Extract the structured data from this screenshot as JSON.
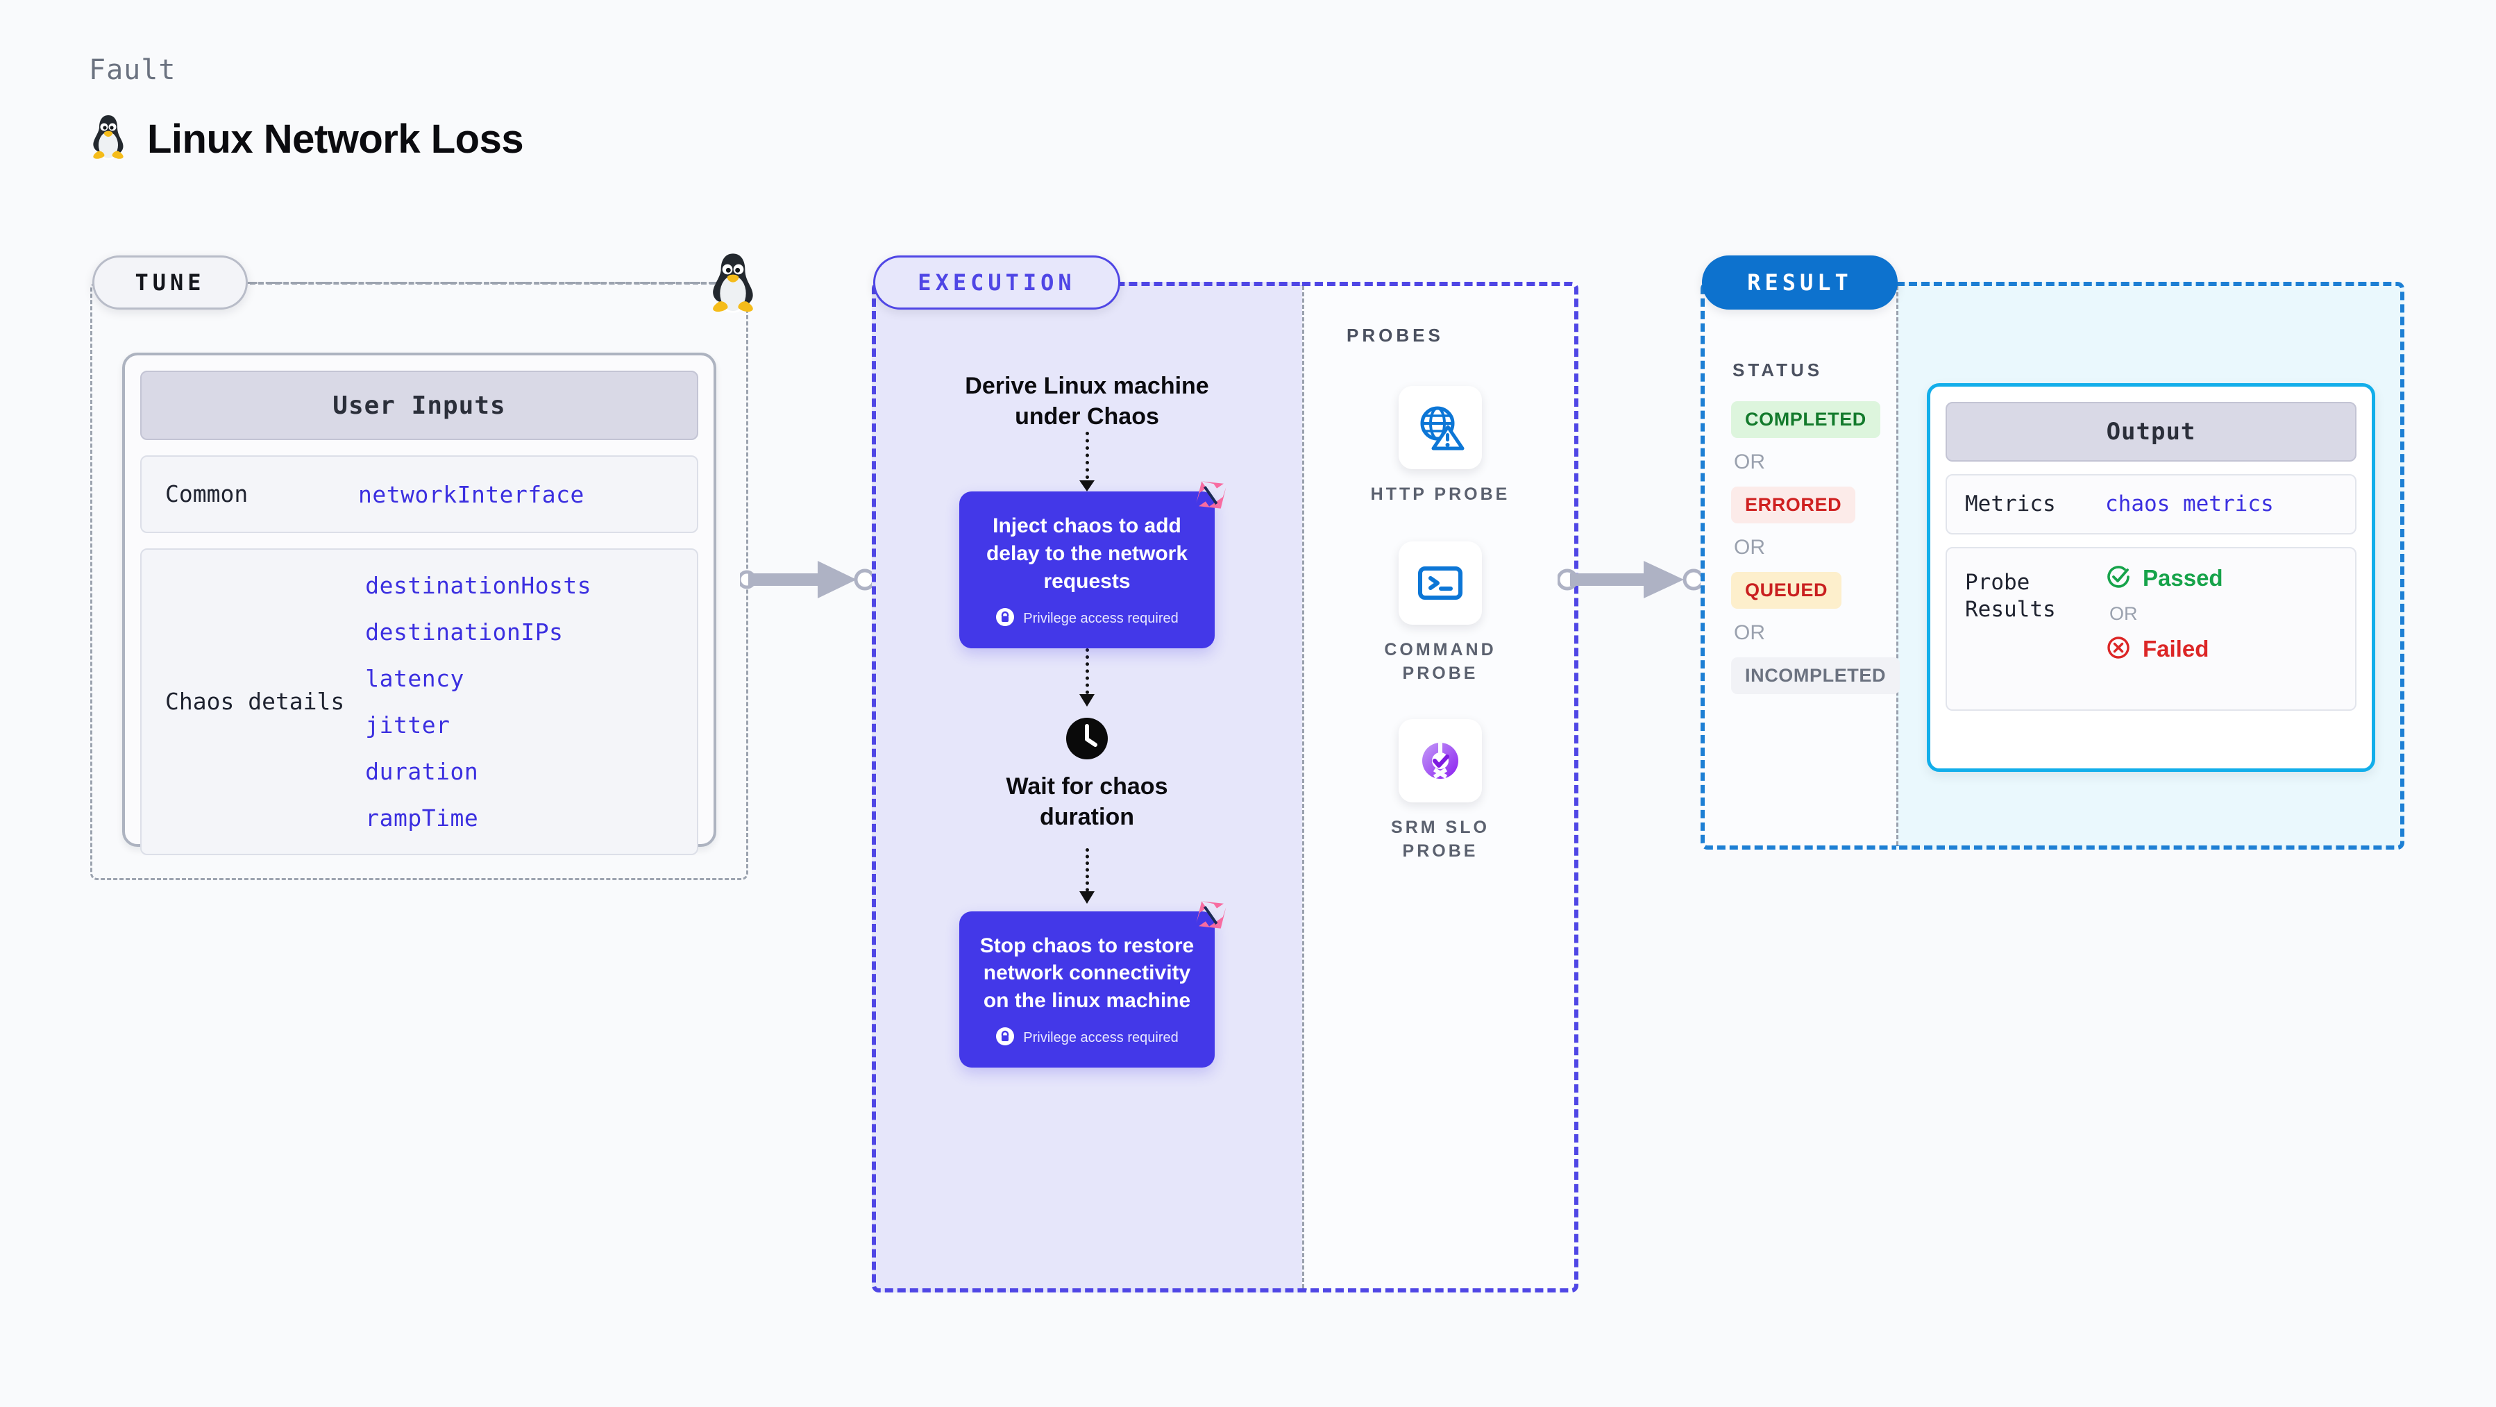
{
  "header": {
    "eyebrow": "Fault",
    "title": "Linux Network Loss",
    "icon": "linux-penguin-icon"
  },
  "tune": {
    "pill_label": "TUNE",
    "card_header": "User Inputs",
    "rows": [
      {
        "label": "Common",
        "values": [
          "networkInterface"
        ]
      },
      {
        "label": "Chaos details",
        "values": [
          "destinationHosts",
          "destinationIPs",
          "latency",
          "jitter",
          "duration",
          "rampTime"
        ]
      }
    ]
  },
  "execution": {
    "pill_label": "EXECUTION",
    "step_title": "Derive Linux machine\nunder Chaos",
    "inject_node": {
      "text": "Inject chaos to add delay to the network requests",
      "privilege": "Privilege access required",
      "badge": "litmus-chaos-icon"
    },
    "wait_node": {
      "icon": "clock-icon",
      "text": "Wait for chaos\nduration"
    },
    "stop_node": {
      "text": "Stop chaos to restore network connectivity on the linux machine",
      "privilege": "Privilege access required",
      "badge": "litmus-chaos-icon"
    }
  },
  "probes": {
    "label": "PROBES",
    "items": [
      {
        "icon": "globe-warning-icon",
        "caption": "HTTP PROBE"
      },
      {
        "icon": "terminal-icon",
        "caption": "COMMAND\nPROBE"
      },
      {
        "icon": "srm-slo-donut-icon",
        "caption": "SRM SLO\nPROBE"
      }
    ]
  },
  "result": {
    "pill_label": "RESULT",
    "status_label": "STATUS",
    "or_label": "OR",
    "statuses": [
      {
        "label": "COMPLETED",
        "color": "#137a2c",
        "bg": "#ddf5dd"
      },
      {
        "label": "ERRORED",
        "color": "#cf2020",
        "bg": "#fcebe9"
      },
      {
        "label": "QUEUED",
        "color": "#c91f1f",
        "bg": "#fdefcc"
      },
      {
        "label": "INCOMPLETED",
        "color": "#6b7280",
        "bg": "#f1f2f6"
      }
    ],
    "output": {
      "card_header": "Output",
      "metrics_label": "Metrics",
      "metrics_value": "chaos metrics",
      "probe_results_label": "Probe\nResults",
      "passed_label": "Passed",
      "failed_label": "Failed",
      "or_label": "OR"
    }
  },
  "colors": {
    "accent_purple": "#4f46e5",
    "accent_blue": "#0d72ce",
    "node_purple": "#4338e8",
    "value_blue": "#3b2fe0",
    "output_border": "#12aeea",
    "pink_badge": "#f86ba0"
  }
}
